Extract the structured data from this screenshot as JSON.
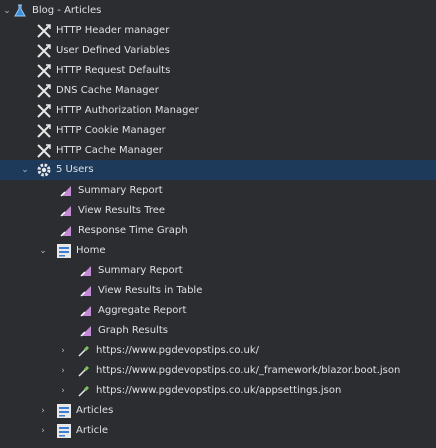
{
  "tree": {
    "root": {
      "label": "Blog - Articles",
      "icon": "flask-icon"
    },
    "config": [
      {
        "label": "HTTP Header manager",
        "icon": "wrench-icon"
      },
      {
        "label": "User Defined Variables",
        "icon": "wrench-icon"
      },
      {
        "label": "HTTP Request Defaults",
        "icon": "wrench-icon"
      },
      {
        "label": "DNS Cache Manager",
        "icon": "wrench-icon"
      },
      {
        "label": "HTTP Authorization Manager",
        "icon": "wrench-icon"
      },
      {
        "label": "HTTP Cookie Manager",
        "icon": "wrench-icon"
      },
      {
        "label": "HTTP Cache Manager",
        "icon": "wrench-icon"
      }
    ],
    "thread_group": {
      "label": "5 Users",
      "icon": "gear-icon",
      "listeners": [
        {
          "label": "Summary Report",
          "icon": "chart-icon"
        },
        {
          "label": "View Results Tree",
          "icon": "chart-icon"
        },
        {
          "label": "Response Time Graph",
          "icon": "chart-icon"
        }
      ],
      "home": {
        "label": "Home",
        "icon": "controller-icon",
        "listeners": [
          {
            "label": "Summary Report",
            "icon": "chart-icon"
          },
          {
            "label": "View Results in Table",
            "icon": "chart-icon"
          },
          {
            "label": "Aggregate Report",
            "icon": "chart-icon"
          },
          {
            "label": "Graph Results",
            "icon": "chart-icon"
          }
        ],
        "samplers": [
          {
            "label": "https://www.pgdevopstips.co.uk/",
            "icon": "pipette-icon"
          },
          {
            "label": "https://www.pgdevopstips.co.uk/_framework/blazor.boot.json",
            "icon": "pipette-icon"
          },
          {
            "label": "https://www.pgdevopstips.co.uk/appsettings.json",
            "icon": "pipette-icon"
          }
        ]
      },
      "controllers": [
        {
          "label": "Articles",
          "icon": "controller-icon"
        },
        {
          "label": "Article",
          "icon": "controller-icon"
        }
      ]
    }
  },
  "colors": {
    "background": "#2b2d30",
    "selection": "#1e3a5a",
    "text": "#dfe1e5"
  }
}
